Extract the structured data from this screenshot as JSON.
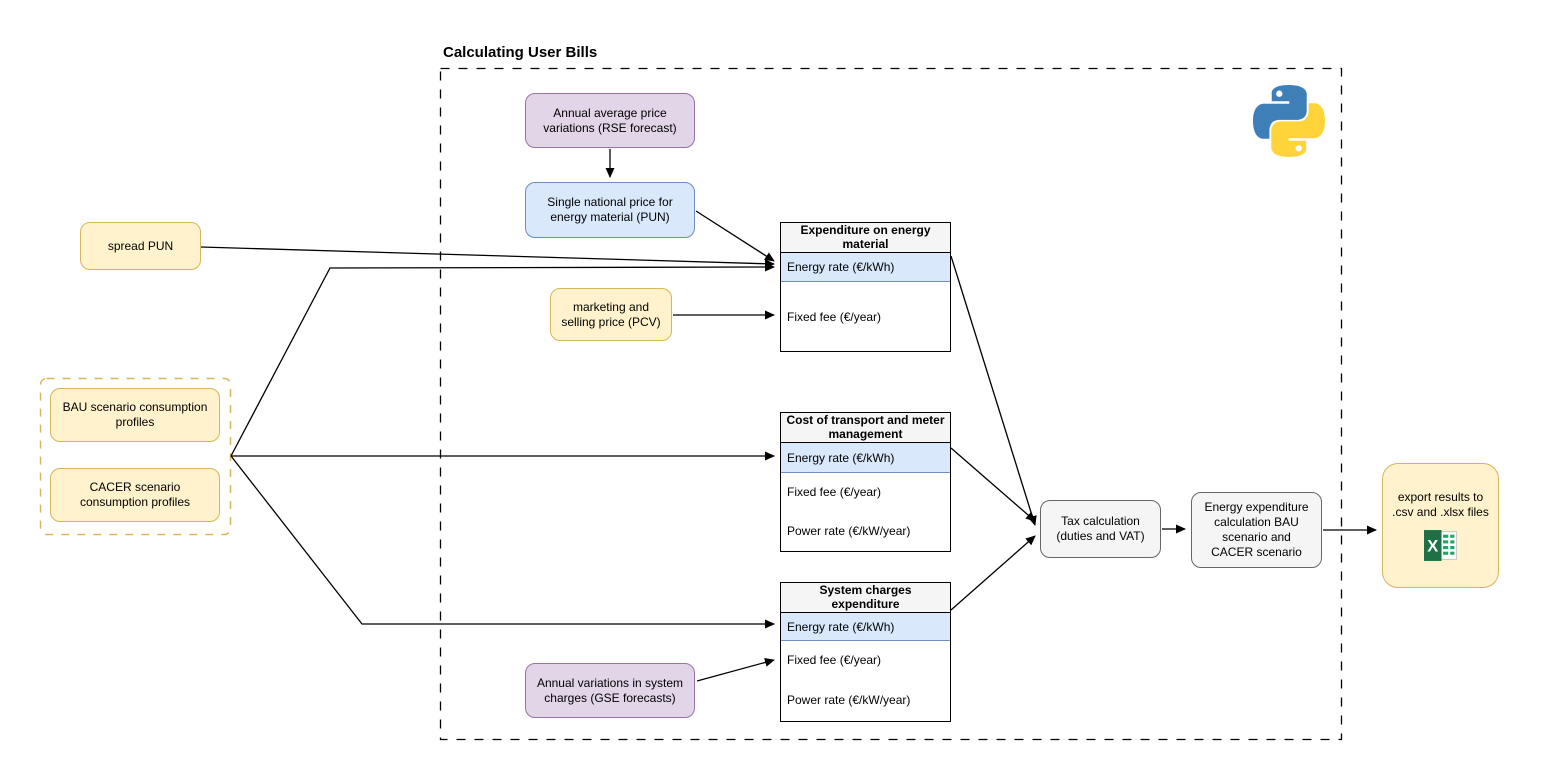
{
  "title": "Calculating User Bills",
  "nodes": {
    "rse_forecast": "Annual average price variations (RSE forecast)",
    "pun": "Single national price for energy material (PUN)",
    "spread_pun": "spread PUN",
    "pcv": "marketing and selling price (PCV)",
    "bau_profiles": "BAU scenario consumption profiles",
    "cacer_profiles": "CACER scenario consumption profiles",
    "gse_forecast": "Annual variations in system charges (GSE forecasts)",
    "tax_calculation": "Tax calculation (duties and VAT)",
    "energy_expenditure": "Energy expenditure calculation BAU scenario and CACER scenario",
    "export_results": "export results to .csv and .xlsx files"
  },
  "tables": {
    "energy_material": {
      "header": "Expenditure on energy material",
      "rows": [
        "Energy rate (€/kWh)",
        "Fixed fee (€/year)"
      ]
    },
    "transport_meter": {
      "header": "Cost of transport and meter management",
      "rows": [
        "Energy rate (€/kWh)",
        "Fixed fee (€/year)",
        "Power rate (€/kW/year)"
      ]
    },
    "system_charges": {
      "header": "System charges expenditure",
      "rows": [
        "Energy rate (€/kWh)",
        "Fixed fee (€/year)",
        "Power rate (€/kW/year)"
      ]
    }
  },
  "icons": {
    "python_logo": "python-logo",
    "excel_icon": "excel-spreadsheet-icon"
  },
  "colors": {
    "purple_fill": "#E1D5E7",
    "purple_stroke": "#9673A6",
    "blue_fill": "#DAE8FC",
    "blue_stroke": "#6C8EBF",
    "yellow_fill": "#FFF2CC",
    "yellow_stroke": "#D6B656",
    "gray_fill": "#F5F5F5",
    "gray_stroke": "#666666",
    "row_highlight": "#DAE8FC",
    "excel_green": "#1E7145",
    "python_blue": "#3E7FB8",
    "python_yellow": "#FFD43B",
    "line": "#000000"
  }
}
